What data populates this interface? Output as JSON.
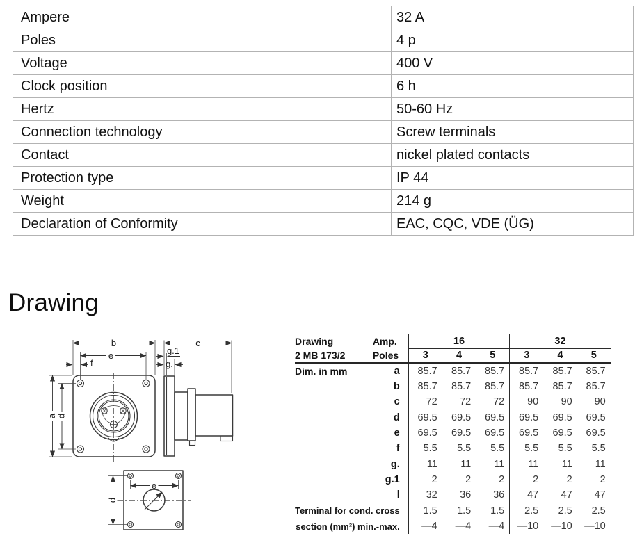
{
  "spec_table": {
    "rows": [
      {
        "label": "Ampere",
        "value": "32 A"
      },
      {
        "label": "Poles",
        "value": "4 p"
      },
      {
        "label": "Voltage",
        "value": "400 V"
      },
      {
        "label": "Clock position",
        "value": "6 h"
      },
      {
        "label": "Hertz",
        "value": "50-60 Hz"
      },
      {
        "label": "Connection technology",
        "value": "Screw terminals"
      },
      {
        "label": "Contact",
        "value": "nickel plated contacts"
      },
      {
        "label": "Protection type",
        "value": "IP 44"
      },
      {
        "label": "Weight",
        "value": "214 g"
      },
      {
        "label": "Declaration of Conformity",
        "value": "EAC, CQC, VDE (ÜG)"
      }
    ]
  },
  "drawing": {
    "heading": "Drawing",
    "figure": {
      "labels": {
        "b": "b",
        "e": "e",
        "f": "f",
        "a": "a",
        "d": "d",
        "g1": "g.1",
        "g": "g.",
        "c": "c",
        "e2": "e",
        "d2": "d"
      }
    },
    "dim_table": {
      "corner": {
        "line1": "Drawing",
        "line2": "2 MB 173/2"
      },
      "amp_label": "Amp.",
      "poles_label": "Poles",
      "groups": [
        "16",
        "32"
      ],
      "poles": [
        "3",
        "4",
        "5",
        "3",
        "4",
        "5"
      ],
      "dim_in_mm": "Dim. in mm",
      "rows": [
        {
          "dim": "a",
          "values": [
            "85.7",
            "85.7",
            "85.7",
            "85.7",
            "85.7",
            "85.7"
          ]
        },
        {
          "dim": "b",
          "values": [
            "85.7",
            "85.7",
            "85.7",
            "85.7",
            "85.7",
            "85.7"
          ]
        },
        {
          "dim": "c",
          "values": [
            "72",
            "72",
            "72",
            "90",
            "90",
            "90"
          ]
        },
        {
          "dim": "d",
          "values": [
            "69.5",
            "69.5",
            "69.5",
            "69.5",
            "69.5",
            "69.5"
          ]
        },
        {
          "dim": "e",
          "values": [
            "69.5",
            "69.5",
            "69.5",
            "69.5",
            "69.5",
            "69.5"
          ]
        },
        {
          "dim": "f",
          "values": [
            "5.5",
            "5.5",
            "5.5",
            "5.5",
            "5.5",
            "5.5"
          ]
        },
        {
          "dim": "g.",
          "values": [
            "11",
            "11",
            "11",
            "11",
            "11",
            "11"
          ]
        },
        {
          "dim": "g.1",
          "values": [
            "2",
            "2",
            "2",
            "2",
            "2",
            "2"
          ]
        },
        {
          "dim": "l",
          "values": [
            "32",
            "36",
            "36",
            "47",
            "47",
            "47"
          ]
        },
        {
          "label": "Terminal for cond. cross",
          "values": [
            "1.5",
            "1.5",
            "1.5",
            "2.5",
            "2.5",
            "2.5"
          ]
        },
        {
          "label": "section (mm²) min.-max.",
          "values": [
            "—4",
            "—4",
            "—4",
            "—10",
            "—10",
            "—10"
          ]
        }
      ]
    }
  }
}
